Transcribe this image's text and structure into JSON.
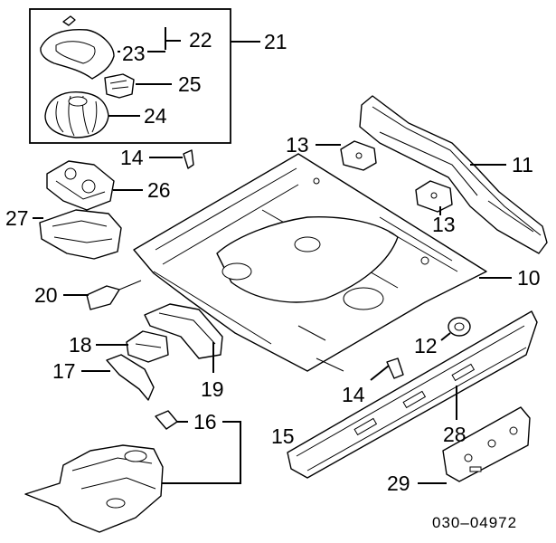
{
  "callouts": {
    "c21": "21",
    "c22": "22",
    "c23": "23",
    "c25": "25",
    "c24": "24",
    "c13a": "13",
    "c11": "11",
    "c14a": "14",
    "c26": "26",
    "c27": "27",
    "c13b": "13",
    "c20": "20",
    "c10": "10",
    "c18": "18",
    "c12": "12",
    "c17": "17",
    "c19": "19",
    "c14b": "14",
    "c16": "16",
    "c15": "15",
    "c28": "28",
    "c29": "29"
  },
  "diagram_code": "030–04972"
}
